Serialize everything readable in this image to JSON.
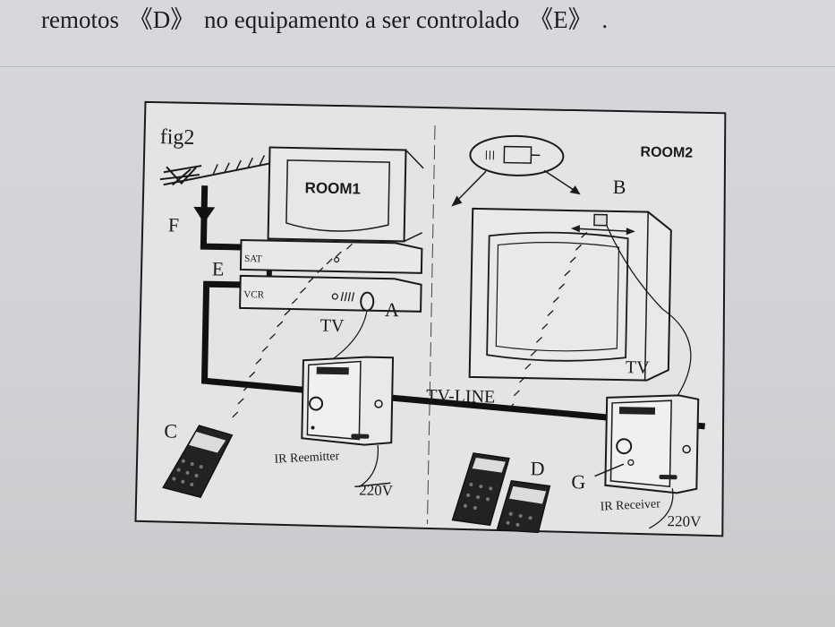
{
  "document": {
    "heading_parts": [
      "remotos",
      "《D》",
      "no equipamento a ser controlado",
      "《E》",
      "."
    ]
  },
  "figure": {
    "fig_label": "fig2",
    "room1_label": "ROOM1",
    "room2_label": "ROOM2",
    "sat_label": "SAT",
    "vcr_label": "VCR",
    "tv1_label": "TV",
    "tv2_label": "TV",
    "tvline_label": "TV-LINE",
    "reemitter_label": "IR Reemitter",
    "receiver_label": "IR Receiver",
    "voltage1": "220V",
    "voltage2": "220V",
    "marker_a": "A",
    "marker_b": "B",
    "marker_c": "C",
    "marker_d": "D",
    "marker_e": "E",
    "marker_f": "F",
    "marker_g": "G"
  },
  "colors": {
    "paper": "#d3d5d8",
    "ink": "#1a1a1a",
    "figure_bg": "#e2e3e5"
  }
}
